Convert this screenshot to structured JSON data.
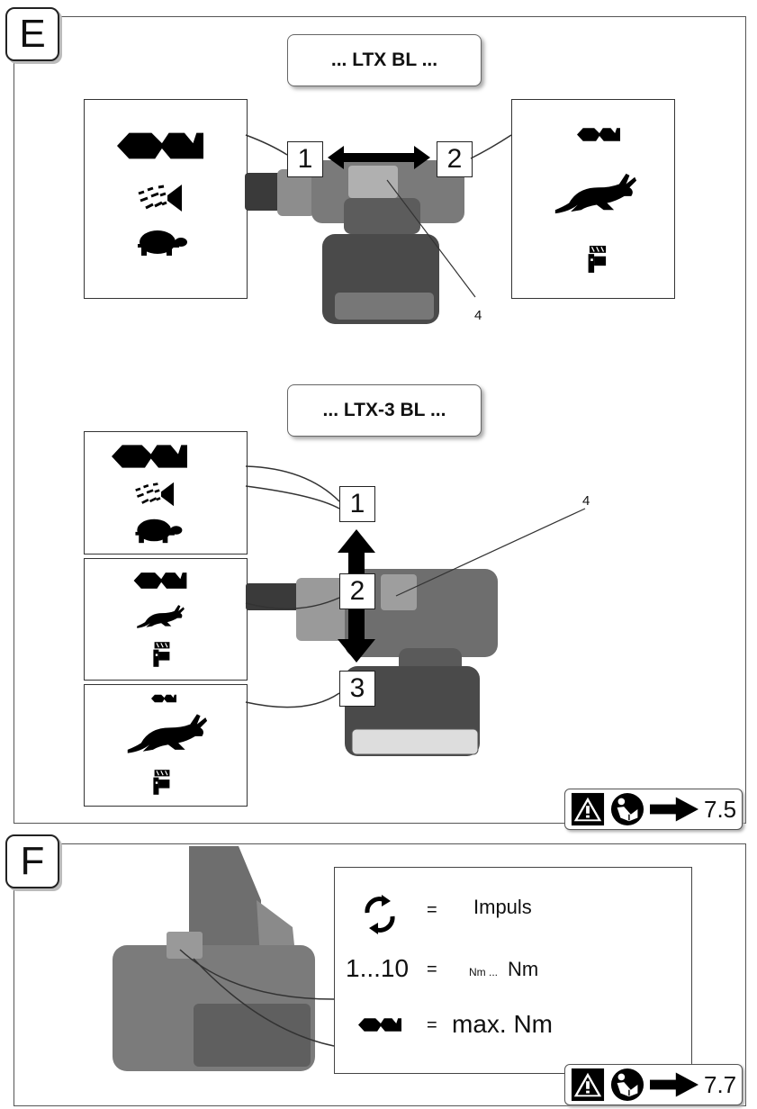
{
  "sections": {
    "e": {
      "label": "E"
    },
    "f": {
      "label": "F"
    }
  },
  "models": {
    "top": "... LTX BL ...",
    "bottom": "... LTX-3 BL ..."
  },
  "positions": {
    "p1": "1",
    "p2": "2",
    "p3": "3"
  },
  "callouts": {
    "top_4": "4",
    "bottom_4": "4"
  },
  "refs": {
    "e": "7.5",
    "f": "7.7"
  },
  "legend": {
    "impuls_eq": "=",
    "impuls_label": "Impuls",
    "range_value": "1...10",
    "range_eq": "=",
    "range_small": "Nm ...",
    "range_label": "Nm",
    "max_eq": "=",
    "max_label": "max. Nm"
  },
  "icons": {
    "drill": "drill-bit-icon",
    "screw": "screw-icon",
    "turtle": "turtle-icon",
    "rabbit": "rabbit-icon",
    "hammer": "hammer-drill-icon",
    "warning": "warning-icon",
    "manual": "read-manual-icon",
    "arrow": "arrow-right-icon",
    "rotate": "rotation-icon"
  },
  "colors": {
    "drill_body": "#5a5a5a",
    "accent": "#000000"
  }
}
